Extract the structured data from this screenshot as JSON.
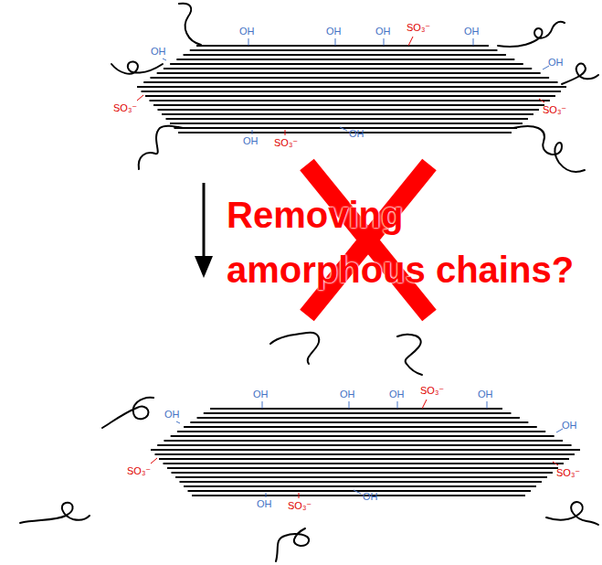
{
  "diagram": {
    "labels": [
      "OH",
      "OH",
      "OH",
      "SO₃⁻",
      "OH",
      "OH",
      "OH",
      "SO₃⁻",
      "SO₃⁻",
      "OH",
      "SO₃⁻",
      "OH",
      "Removing amorphous chains?",
      "OH",
      "OH",
      "OH",
      "SO₃⁻",
      "OH",
      "OH",
      "OH",
      "SO₃⁻",
      "SO₃⁻",
      "OH",
      "SO₃⁻",
      "OH"
    ]
  }
}
